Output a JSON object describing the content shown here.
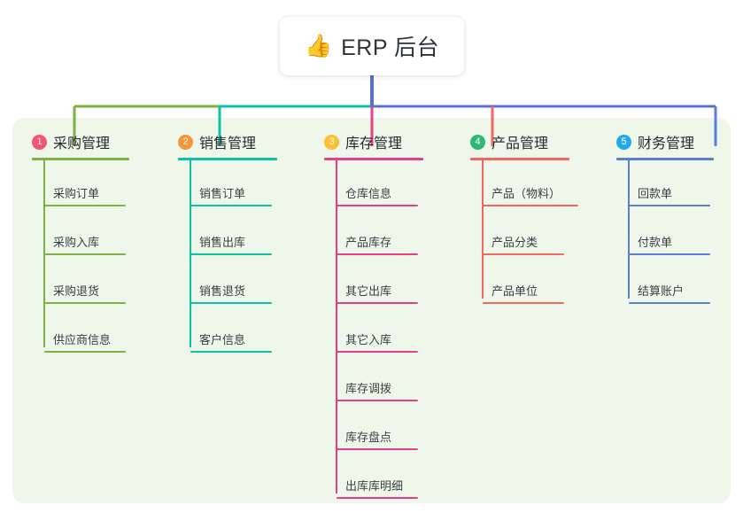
{
  "root": {
    "icon": "thumbs-up-icon",
    "emoji": "👍",
    "title": "ERP 后台"
  },
  "colors": {
    "panel_bg": "#eef7e9",
    "page_bg": "#ffffff",
    "stem": "#5b6fd0",
    "columns": [
      {
        "line": "#7cb342",
        "badge": "#f5556f"
      },
      {
        "line": "#11bfa6",
        "badge": "#f5963a"
      },
      {
        "line": "#ea3d8c",
        "badge": "#fbc02d"
      },
      {
        "line": "#f2685f",
        "badge": "#2eb872"
      },
      {
        "line": "#5b7fd4",
        "badge": "#23a8e8"
      }
    ]
  },
  "columns": [
    {
      "index": "1",
      "title": "采购管理",
      "line_color": "#7cb342",
      "badge_color": "#f5556f",
      "items": [
        {
          "label": "采购订单"
        },
        {
          "label": "采购入库"
        },
        {
          "label": "采购退货"
        },
        {
          "label": "供应商信息"
        }
      ]
    },
    {
      "index": "2",
      "title": "销售管理",
      "line_color": "#11bfa6",
      "badge_color": "#f5963a",
      "items": [
        {
          "label": "销售订单"
        },
        {
          "label": "销售出库"
        },
        {
          "label": "销售退货"
        },
        {
          "label": "客户信息"
        }
      ]
    },
    {
      "index": "3",
      "title": "库存管理",
      "line_color": "#ea3d8c",
      "badge_color": "#fbc02d",
      "items": [
        {
          "label": "仓库信息"
        },
        {
          "label": "产品库存"
        },
        {
          "label": "其它出库"
        },
        {
          "label": "其它入库"
        },
        {
          "label": "库存调拨"
        },
        {
          "label": "库存盘点"
        },
        {
          "label": "出库库明细"
        }
      ]
    },
    {
      "index": "4",
      "title": "产品管理",
      "line_color": "#f2685f",
      "badge_color": "#2eb872",
      "items": [
        {
          "label": "产品（物料）"
        },
        {
          "label": "产品分类"
        },
        {
          "label": "产品单位"
        }
      ]
    },
    {
      "index": "5",
      "title": "财务管理",
      "line_color": "#5b7fd4",
      "badge_color": "#23a8e8",
      "items": [
        {
          "label": "回款单"
        },
        {
          "label": "付款单"
        },
        {
          "label": "结算账户"
        }
      ]
    }
  ]
}
